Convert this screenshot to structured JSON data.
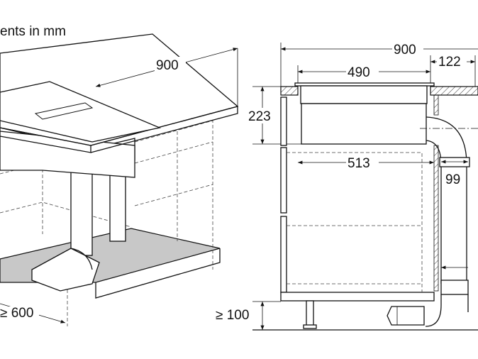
{
  "caption": "ents in mm",
  "left_view": {
    "width_label": "900",
    "depth_label": "≥ 600"
  },
  "right_view": {
    "total_width": "900",
    "hob_width": "490",
    "offset": "122",
    "hob_height": "223",
    "body_depth": "513",
    "duct_width": "99",
    "plinth_height": "≥ 100"
  },
  "colors": {
    "line": "#111111",
    "plate": "#c8c8c8"
  }
}
